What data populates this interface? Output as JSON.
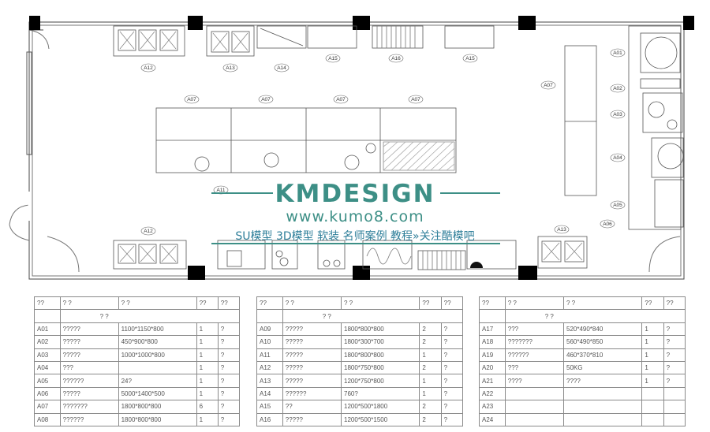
{
  "watermark": {
    "title": "KMDESIGN",
    "url": "www.kumo8.com",
    "tagline": "SU模型 3D模型 软装 名师案例 教程»关注酷模吧"
  },
  "plan_labels": {
    "top_row": [
      "A12",
      "A13",
      "A14",
      "A15",
      "A16",
      "A15"
    ],
    "island": [
      "A07",
      "A07",
      "A07",
      "A07"
    ],
    "bottom_row": [
      "A11",
      "A12",
      "A13"
    ],
    "right_column": [
      "A01",
      "A02",
      "A03",
      "A04",
      "A05",
      "A06",
      "A07"
    ]
  },
  "tables": [
    {
      "header": [
        "??",
        "?  ?",
        "?  ?",
        "??",
        "??"
      ],
      "subheader": "?  ?",
      "rows": [
        [
          "A01",
          "?????",
          "1100*1150*800",
          "1",
          "?"
        ],
        [
          "A02",
          "?????",
          "450*900*800",
          "1",
          "?"
        ],
        [
          "A03",
          "?????",
          "1000*1000*800",
          "1",
          "?"
        ],
        [
          "A04",
          "???",
          "",
          "1",
          "?"
        ],
        [
          "A05",
          "??????",
          "24?",
          "1",
          "?"
        ],
        [
          "A06",
          "?????",
          "5000*1400*500",
          "1",
          "?"
        ],
        [
          "A07",
          "???????",
          "1800*800*800",
          "6",
          "?"
        ],
        [
          "A08",
          "??????",
          "1800*800*800",
          "1",
          "?"
        ]
      ]
    },
    {
      "header": [
        "??",
        "?  ?",
        "?  ?",
        "??",
        "??"
      ],
      "subheader": "?  ?",
      "rows": [
        [
          "A09",
          "?????",
          "1800*800*800",
          "2",
          "?"
        ],
        [
          "A10",
          "?????",
          "1800*300*700",
          "2",
          "?"
        ],
        [
          "A11",
          "?????",
          "1800*800*800",
          "1",
          "?"
        ],
        [
          "A12",
          "?????",
          "1800*750*800",
          "2",
          "?"
        ],
        [
          "A13",
          "?????",
          "1200*750*800",
          "1",
          "?"
        ],
        [
          "A14",
          "??????",
          "760?",
          "1",
          "?"
        ],
        [
          "A15",
          "??",
          "1200*500*1800",
          "2",
          "?"
        ],
        [
          "A16",
          "?????",
          "1200*500*1500",
          "2",
          "?"
        ]
      ]
    },
    {
      "header": [
        "??",
        "?  ?",
        "?  ?",
        "??",
        "??"
      ],
      "subheader": "?  ?",
      "rows": [
        [
          "A17",
          "???",
          "520*490*840",
          "1",
          "?"
        ],
        [
          "A18",
          "???????",
          "560*490*850",
          "1",
          "?"
        ],
        [
          "A19",
          "??????",
          "460*370*810",
          "1",
          "?"
        ],
        [
          "A20",
          "???",
          "50KG",
          "1",
          "?"
        ],
        [
          "A21",
          "????",
          "????",
          "1",
          "?"
        ],
        [
          "A22",
          "",
          "",
          "",
          ""
        ],
        [
          "A23",
          "",
          "",
          "",
          ""
        ],
        [
          "A24",
          "",
          "",
          "",
          ""
        ]
      ]
    }
  ]
}
